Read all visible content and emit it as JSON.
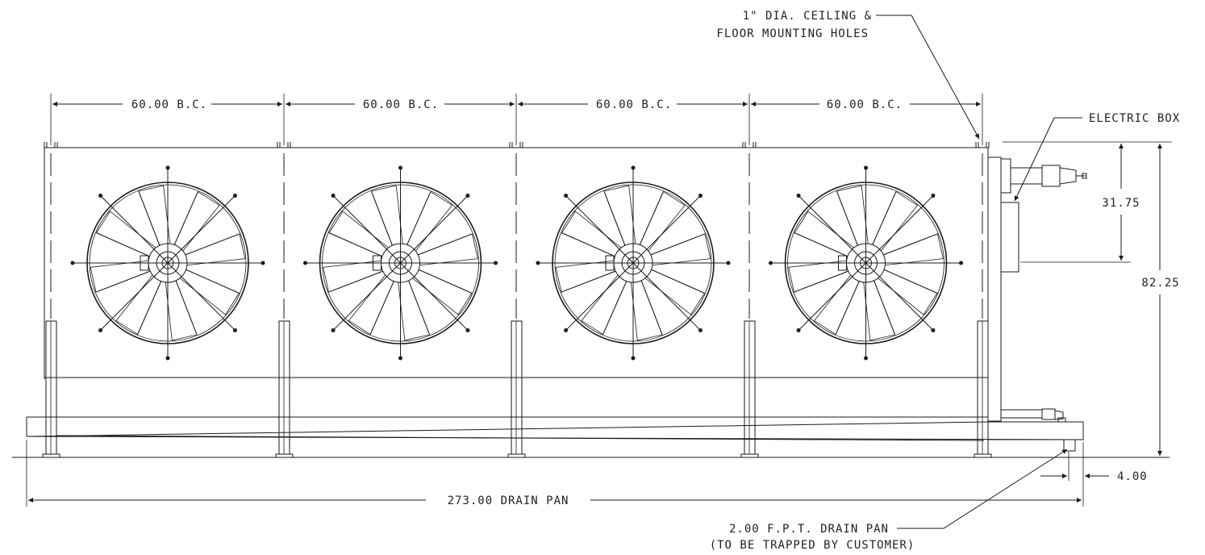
{
  "labels": {
    "bc_spacing": "60.00 B.C.",
    "mounting_holes_line1": "1\" DIA. CEILING &",
    "mounting_holes_line2": "FLOOR MOUNTING HOLES",
    "electric_box": "ELECTRIC BOX",
    "dim_31_75": "31.75",
    "dim_82_25": "82.25",
    "dim_4_00": "4.00",
    "drain_pan_length": "273.00 DRAIN PAN",
    "drain_line1": "2.00 F.P.T. DRAIN PAN",
    "drain_line2": "(TO BE TRAPPED BY CUSTOMER)"
  },
  "fans": [
    {
      "name": "fan-1"
    },
    {
      "name": "fan-2"
    },
    {
      "name": "fan-3"
    },
    {
      "name": "fan-4"
    }
  ]
}
